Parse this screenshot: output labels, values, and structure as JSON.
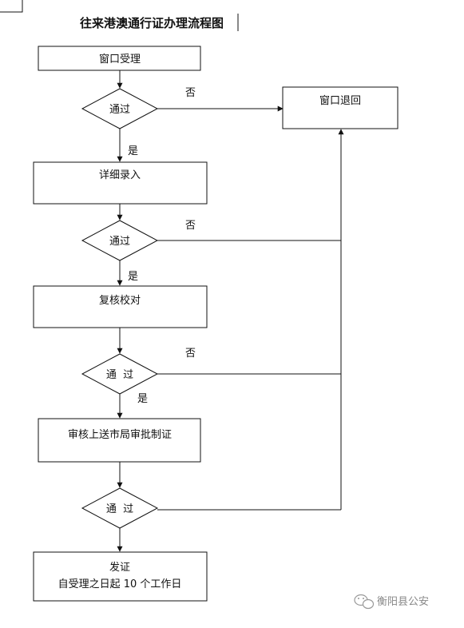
{
  "title": "往来港澳通行证办理流程图",
  "nodes": {
    "window_accept": "窗口受理",
    "window_reject": "窗口退回",
    "detail_entry": "详细录入",
    "review_check": "复核校对",
    "submit_approval": "审核上送市局审批制证",
    "issue_line1": "发证",
    "issue_line2": "自受理之日起 10 个工作日"
  },
  "decisions": {
    "d1": "通过",
    "d2": "通过",
    "d3": "通  过",
    "d4": "通  过"
  },
  "edge_labels": {
    "yes": "是",
    "no": "否"
  },
  "watermark": {
    "icon": "wechat-icon",
    "text": "衡阳县公安"
  }
}
